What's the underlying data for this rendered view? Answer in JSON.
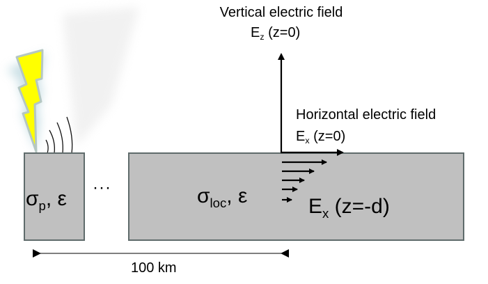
{
  "diagram": {
    "colors": {
      "block_fill": "#c0c0c0",
      "block_stroke": "#5f6b6b",
      "lightning_fill": "#ffff00",
      "lightning_stroke": "#b8c8c0",
      "arrow": "#000000",
      "scale_line": "#555555"
    },
    "labels": {
      "vertical_field_title": "Vertical electric field",
      "vertical_field_symbol": "E",
      "vertical_field_sub": "z",
      "vertical_field_arg": " (z=0)",
      "horizontal_field_title": "Horizontal electric field",
      "horizontal_field_symbol": "E",
      "horizontal_field_sub": "x",
      "horizontal_field_arg": " (z=0)",
      "depth_field_symbol": "E",
      "depth_field_sub": "x",
      "depth_field_arg": " (z=-d)",
      "source_sigma": "σ",
      "source_sigma_sub": "p",
      "source_eps": ", ε",
      "local_sigma": "σ",
      "local_sigma_sub": "loc",
      "local_eps": ", ε",
      "ellipsis": "···",
      "distance": "100 km"
    },
    "icons": {
      "lightning": "lightning-bolt-icon",
      "radio_waves": "radio-waves-icon"
    }
  }
}
